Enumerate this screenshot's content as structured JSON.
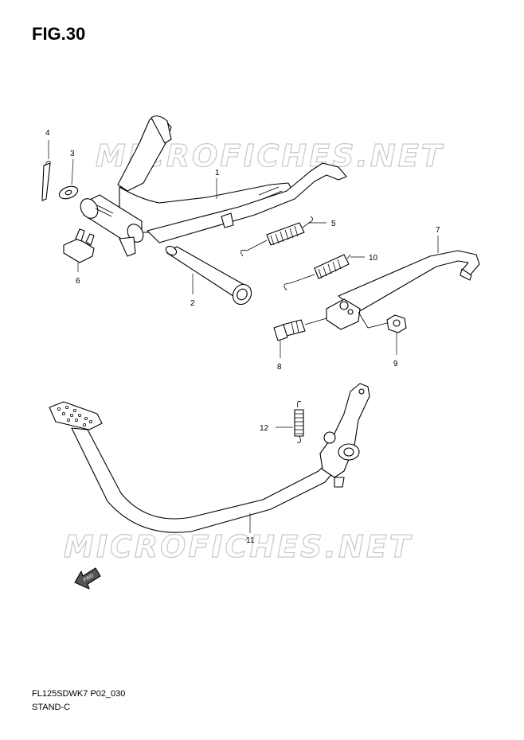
{
  "figure": {
    "title": "FIG.30",
    "watermark": "MICROFICHES.NET",
    "code": "FL125SDWK7 P02_030",
    "name": "STAND-C",
    "fwd_label": "FWD"
  },
  "callouts": [
    {
      "id": "1",
      "label": "1"
    },
    {
      "id": "2",
      "label": "2"
    },
    {
      "id": "3",
      "label": "3"
    },
    {
      "id": "4",
      "label": "4"
    },
    {
      "id": "5",
      "label": "5"
    },
    {
      "id": "6",
      "label": "6"
    },
    {
      "id": "7",
      "label": "7"
    },
    {
      "id": "8",
      "label": "8"
    },
    {
      "id": "9",
      "label": "9"
    },
    {
      "id": "10",
      "label": "10"
    },
    {
      "id": "11",
      "label": "11"
    },
    {
      "id": "12",
      "label": "12"
    }
  ]
}
